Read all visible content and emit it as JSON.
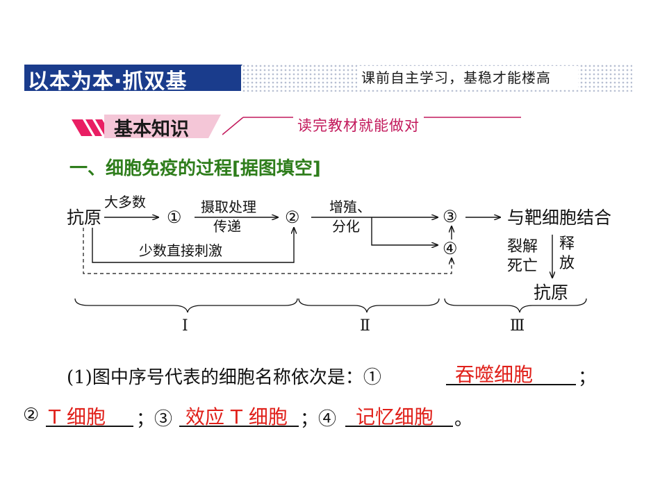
{
  "header": {
    "title": "以本为本·抓双基",
    "subtitle": "课前自主学习，基稳才能楼高"
  },
  "section": {
    "title": "基本知识",
    "subtitle": "读完教材就能做对"
  },
  "heading": {
    "main": "一、细胞免疫的过程",
    "bracket": "[据图填空]"
  },
  "diagram": {
    "antigen": "抗原",
    "majority": "大多数",
    "node1": "①",
    "process_top": "摄取处理",
    "process_bottom": "传递",
    "node2": "②",
    "prolif_top": "增殖、",
    "prolif_bottom": "分化",
    "node3": "③",
    "node4": "④",
    "bind_target": "与靶细胞结合",
    "lysis_top": "裂解",
    "lysis_bottom": "死亡",
    "release_top": "释",
    "release_bottom": "放",
    "antigen_out": "抗原",
    "minority": "少数直接刺激",
    "stage1": "Ⅰ",
    "stage2": "Ⅱ",
    "stage3": "Ⅲ"
  },
  "question": {
    "prefix": "(1)图中序号代表的细胞名称依次是：①",
    "end1": "；",
    "n2": "②",
    "end2": "；③",
    "end3": "；④",
    "end4": "。",
    "answers": {
      "a1": "吞噬细胞",
      "a2": "T 细胞",
      "a3": "效应 T 细胞",
      "a4": "记忆细胞"
    }
  },
  "colors": {
    "header_blue": "#1a3c8c",
    "heading_green": "#2e7d1b",
    "answer_red": "#e0201a",
    "accent_pink": "#c2185b"
  }
}
